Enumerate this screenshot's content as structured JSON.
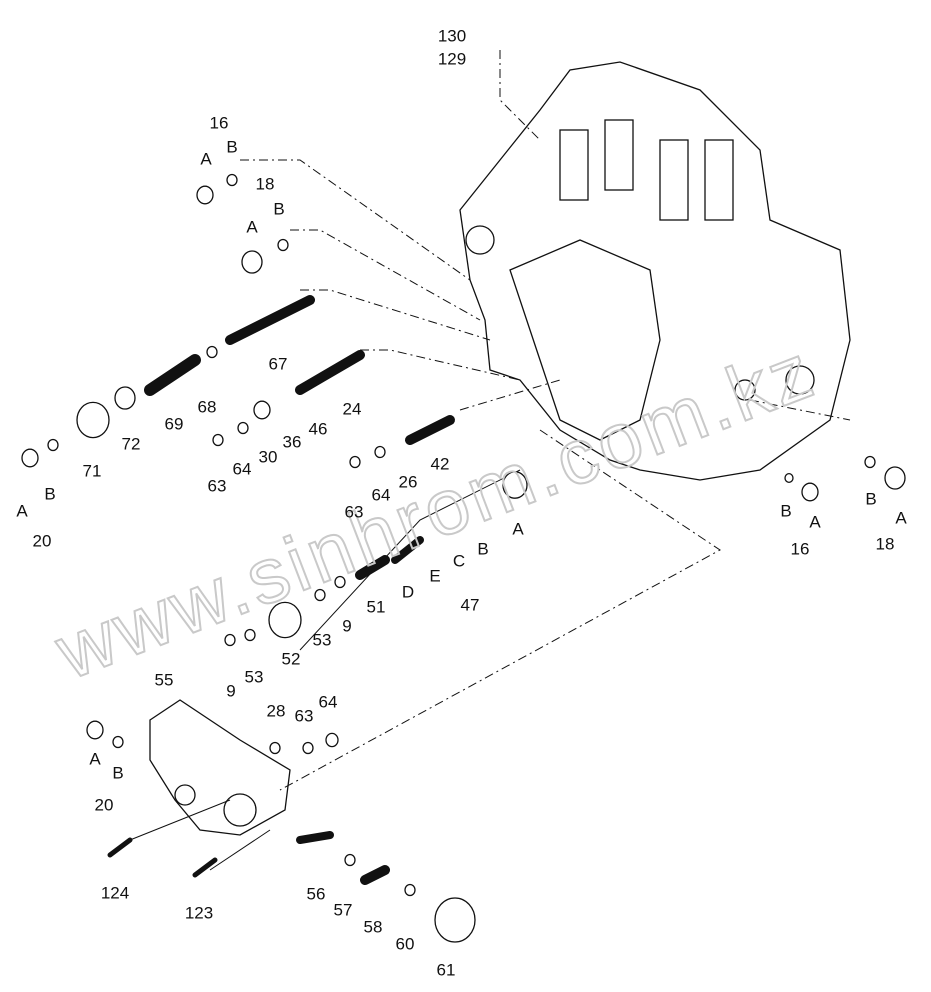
{
  "watermark": "www.sinhrom.com.kz",
  "callouts": [
    "130",
    "129",
    "16",
    "A",
    "B",
    "18",
    "A",
    "B",
    "67",
    "68",
    "69",
    "72",
    "71",
    "24",
    "46",
    "36",
    "30",
    "64",
    "63",
    "42",
    "26",
    "64",
    "63",
    "A",
    "B",
    "20",
    "A",
    "B",
    "C",
    "E",
    "D",
    "47",
    "51",
    "9",
    "53",
    "52",
    "9",
    "53",
    "55",
    "28",
    "63",
    "64",
    "A",
    "B",
    "20",
    "124",
    "123",
    "56",
    "57",
    "58",
    "60",
    "61",
    "B",
    "A",
    "16",
    "B",
    "A",
    "18"
  ]
}
